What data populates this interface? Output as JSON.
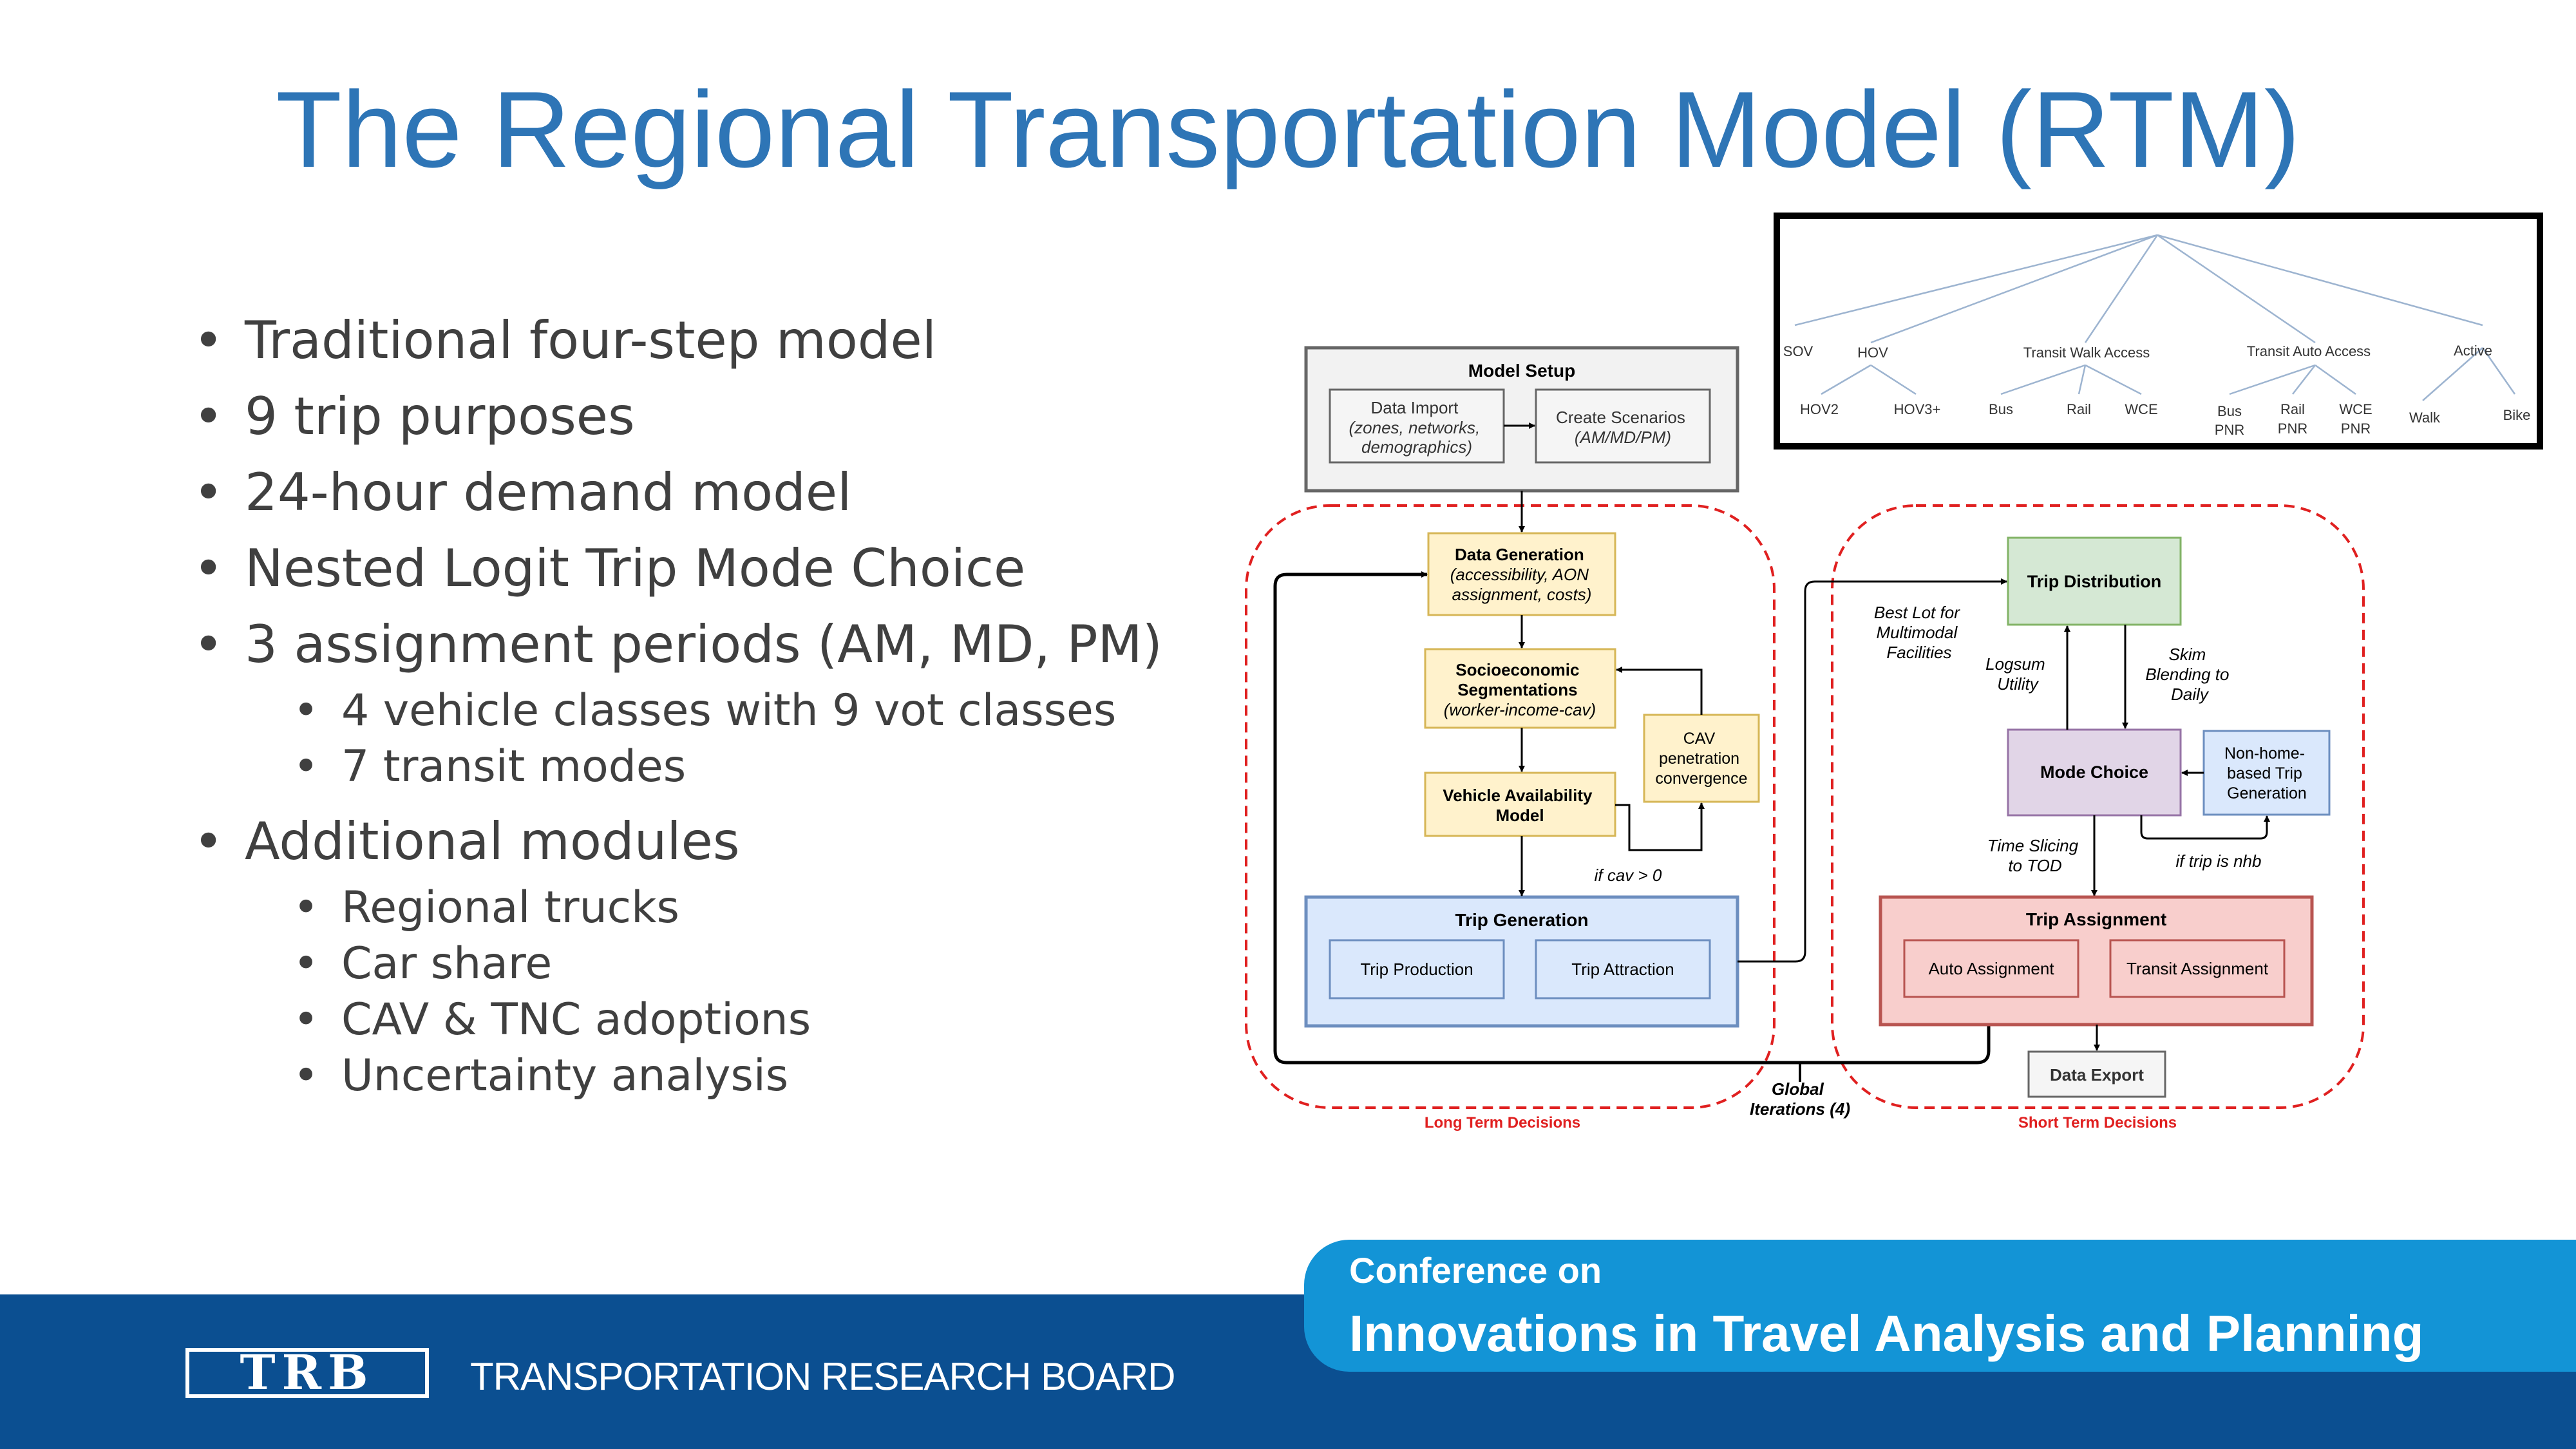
{
  "slide": {
    "title": "The Regional Transportation Model (RTM)",
    "bullets": [
      {
        "text": "Traditional four-step model"
      },
      {
        "text": "9 trip purposes"
      },
      {
        "text": "24-hour demand model"
      },
      {
        "text": "Nested Logit Trip Mode Choice"
      },
      {
        "text": "3 assignment periods (AM, MD, PM)",
        "sub": [
          "4 vehicle classes with 9 vot classes",
          "7 transit modes"
        ]
      },
      {
        "text": "Additional modules",
        "sub": [
          "Regional trucks",
          "Car share",
          "CAV & TNC adoptions",
          "Uncertainty analysis"
        ]
      }
    ]
  },
  "flowchart": {
    "model_setup": {
      "title": "Model Setup",
      "data_import": [
        "Data Import",
        "(zones, networks,",
        "demographics)"
      ],
      "create_scenarios": [
        "Create Scenarios",
        "(AM/MD/PM)"
      ]
    },
    "data_generation": [
      "Data Generation",
      "(accessibility, AON",
      "assignment, costs)"
    ],
    "socioeconomic": [
      "Socioeconomic",
      "Segmentations",
      "(worker-income-cav)"
    ],
    "vehicle_availability": [
      "Vehicle Availability",
      "Model"
    ],
    "cav_penetration": [
      "CAV",
      "penetration",
      "convergence"
    ],
    "if_cav": "if cav > 0",
    "trip_generation": {
      "title": "Trip Generation",
      "production": "Trip Production",
      "attraction": "Trip Attraction"
    },
    "trip_distribution": "Trip Distribution",
    "best_lot": [
      "Best Lot for",
      "Multimodal",
      "Facilities"
    ],
    "logsum": [
      "Logsum",
      "Utility"
    ],
    "skim": [
      "Skim",
      "Blending to",
      "Daily"
    ],
    "mode_choice": "Mode Choice",
    "nhb": [
      "Non-home-",
      "based Trip",
      "Generation"
    ],
    "time_slicing": [
      "Time Slicing",
      "to TOD"
    ],
    "if_nhb": "if trip is nhb",
    "trip_assignment": {
      "title": "Trip Assignment",
      "auto": "Auto Assignment",
      "transit": "Transit Assignment"
    },
    "data_export": "Data Export",
    "global_iterations": [
      "Global",
      "Iterations (4)"
    ],
    "long_term": "Long Term Decisions",
    "short_term": "Short Term Decisions"
  },
  "nest_tree": {
    "level1": [
      "SOV",
      "HOV",
      "Transit Walk Access",
      "Transit Auto Access",
      "Active"
    ],
    "hov": [
      "HOV2",
      "HOV3+"
    ],
    "walk_access": [
      "Bus",
      "Rail",
      "WCE"
    ],
    "auto_access": [
      [
        "Bus",
        "PNR"
      ],
      [
        "Rail",
        "PNR"
      ],
      [
        "WCE",
        "PNR"
      ]
    ],
    "active": [
      "Walk",
      "Bike"
    ]
  },
  "footer": {
    "conference_line1": "Conference on",
    "conference_line2": "Innovations in Travel Analysis and Planning",
    "trb_logo": "TRB",
    "trb_name": "TRANSPORTATION RESEARCH BOARD"
  },
  "colors": {
    "title_blue": "#2e75b6",
    "footer_blue": "#0b4f91",
    "conference_blue": "#1394d6",
    "dash_red": "#e02020",
    "setup_fill": "#f2f2f2",
    "yellow_fill": "#fff2cc",
    "blue_fill": "#dae8fc",
    "green_fill": "#d5e8d4",
    "purple_fill": "#e1d5e7",
    "red_fill": "#f8cecc"
  }
}
